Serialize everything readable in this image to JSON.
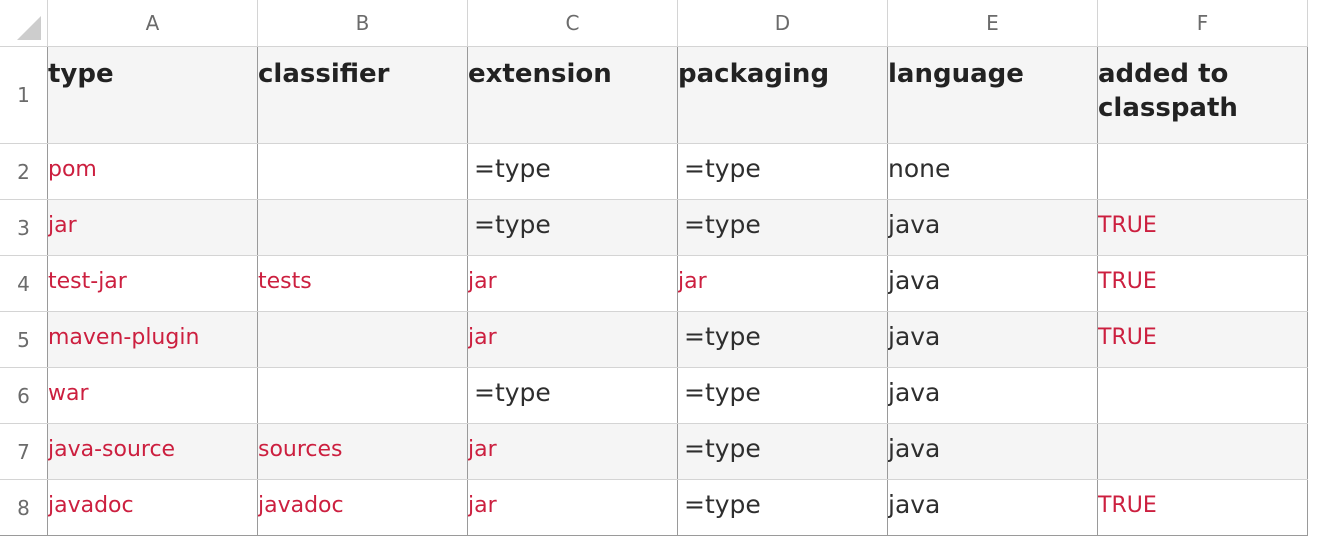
{
  "columns": [
    "A",
    "B",
    "C",
    "D",
    "E",
    "F"
  ],
  "header_row": {
    "row_num": "1",
    "cells": [
      "type",
      "classifier",
      "extension",
      "packaging",
      "language",
      "added to classpath"
    ]
  },
  "rows": [
    {
      "row_num": "2",
      "cells": [
        {
          "text": "pom",
          "style": "red"
        },
        {
          "text": "",
          "style": "plain"
        },
        {
          "text": "=type",
          "style": "formula"
        },
        {
          "text": "=type",
          "style": "formula"
        },
        {
          "text": "none",
          "style": "plain"
        },
        {
          "text": "",
          "style": "plain"
        }
      ]
    },
    {
      "row_num": "3",
      "cells": [
        {
          "text": "jar",
          "style": "red"
        },
        {
          "text": "",
          "style": "plain"
        },
        {
          "text": "=type",
          "style": "formula"
        },
        {
          "text": "=type",
          "style": "formula"
        },
        {
          "text": "java",
          "style": "plain"
        },
        {
          "text": "TRUE",
          "style": "red"
        }
      ]
    },
    {
      "row_num": "4",
      "cells": [
        {
          "text": "test-jar",
          "style": "red"
        },
        {
          "text": "tests",
          "style": "red"
        },
        {
          "text": "jar",
          "style": "red"
        },
        {
          "text": "jar",
          "style": "red"
        },
        {
          "text": "java",
          "style": "plain"
        },
        {
          "text": "TRUE",
          "style": "red"
        }
      ]
    },
    {
      "row_num": "5",
      "cells": [
        {
          "text": "maven-plugin",
          "style": "red"
        },
        {
          "text": "",
          "style": "plain"
        },
        {
          "text": "jar",
          "style": "red"
        },
        {
          "text": "=type",
          "style": "formula"
        },
        {
          "text": "java",
          "style": "plain"
        },
        {
          "text": "TRUE",
          "style": "red"
        }
      ]
    },
    {
      "row_num": "6",
      "cells": [
        {
          "text": "war",
          "style": "red"
        },
        {
          "text": "",
          "style": "plain"
        },
        {
          "text": "=type",
          "style": "formula"
        },
        {
          "text": "=type",
          "style": "formula"
        },
        {
          "text": "java",
          "style": "plain"
        },
        {
          "text": "",
          "style": "plain"
        }
      ]
    },
    {
      "row_num": "7",
      "cells": [
        {
          "text": "java-source",
          "style": "red"
        },
        {
          "text": "sources",
          "style": "red"
        },
        {
          "text": "jar",
          "style": "red"
        },
        {
          "text": "=type",
          "style": "formula"
        },
        {
          "text": "java",
          "style": "plain"
        },
        {
          "text": "",
          "style": "plain"
        }
      ]
    },
    {
      "row_num": "8",
      "cells": [
        {
          "text": "javadoc",
          "style": "red"
        },
        {
          "text": "javadoc",
          "style": "red"
        },
        {
          "text": "jar",
          "style": "red"
        },
        {
          "text": "=type",
          "style": "formula"
        },
        {
          "text": "java",
          "style": "plain"
        },
        {
          "text": "TRUE",
          "style": "red"
        }
      ]
    }
  ],
  "colors": {
    "red_text": "#cc1f3f",
    "header_bg": "#f5f5f5",
    "alt_row_bg": "#f5f5f5",
    "grid_line": "#d4d4d4"
  }
}
